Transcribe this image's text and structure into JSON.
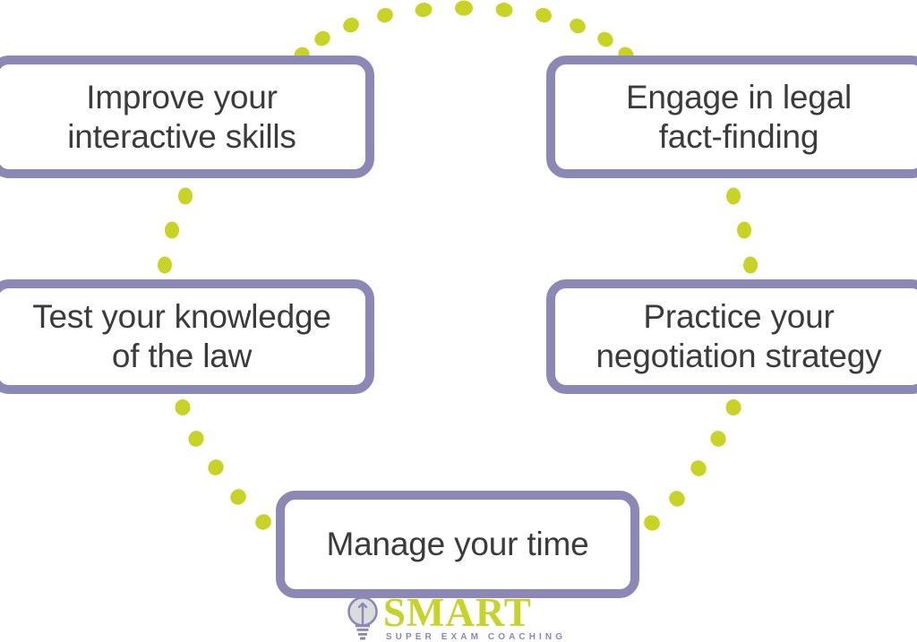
{
  "diagram": {
    "type": "cycle",
    "background_color": "#ffffff",
    "box_border_color": "#8b88b5",
    "box_fill_color": "#ffffff",
    "text_color": "#3b3b3b",
    "connector_color": "#c8d425",
    "connector_style": "dotted-oval",
    "nodes": [
      {
        "id": "improve-skills",
        "label": "Improve your\ninteractive skills",
        "position": "top-left"
      },
      {
        "id": "engage-legal",
        "label": "Engage in legal\nfact-finding",
        "position": "top-right"
      },
      {
        "id": "test-knowledge",
        "label": "Test your knowledge\nof the law",
        "position": "middle-left"
      },
      {
        "id": "practice-negotiation",
        "label": "Practice your\nnegotiation strategy",
        "position": "middle-right"
      },
      {
        "id": "manage-time",
        "label": "Manage your time",
        "position": "bottom-center"
      }
    ]
  },
  "logo": {
    "icon_name": "lightbulb-icon",
    "wordmark": "SMART",
    "tagline": "SUPER EXAM COACHING",
    "wordmark_color": "#c6d42a",
    "tagline_color": "#8b88b5",
    "bulb_outline_color": "#8b88b5",
    "bulb_fill_color": "#d8d8d8"
  }
}
